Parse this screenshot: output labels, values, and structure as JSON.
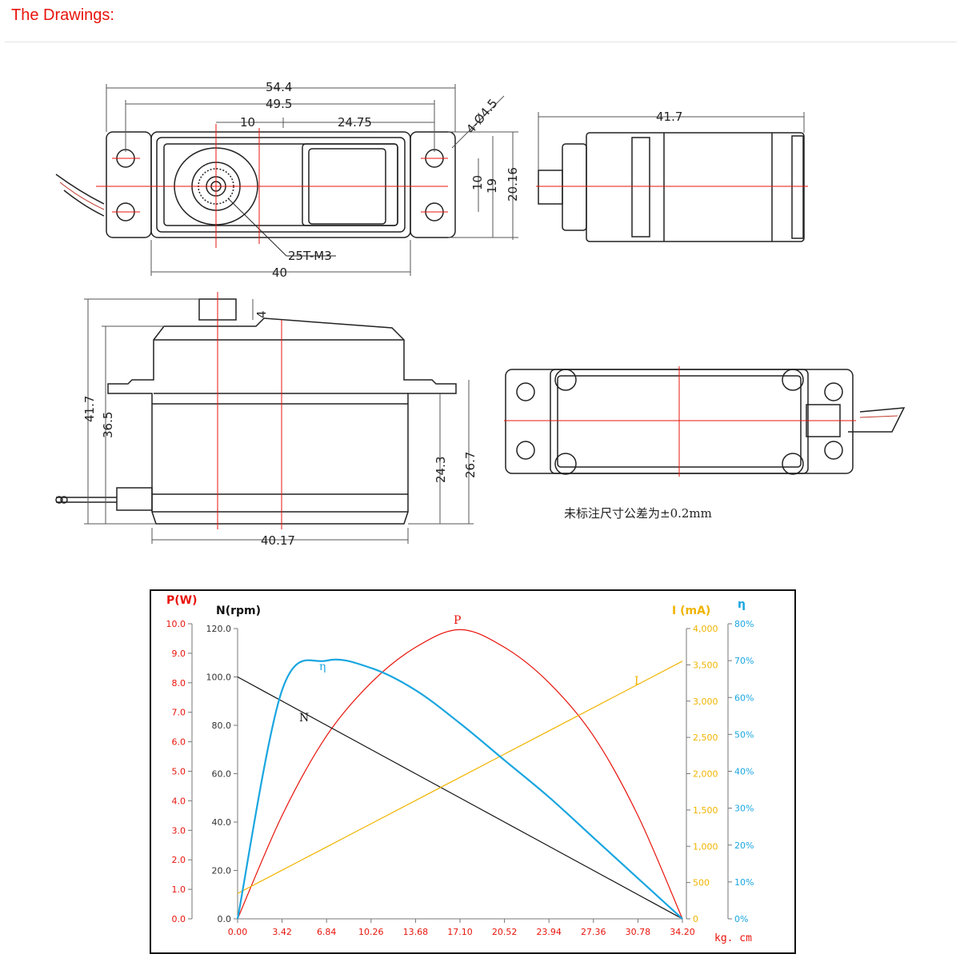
{
  "heading": "The Drawings:",
  "drawing": {
    "dims": {
      "overall_length": "54.4",
      "hole_pitch": "49.5",
      "spline_offset": "10",
      "spline_to_hole": "24.75",
      "holes": "4-Ø4.5",
      "d10": "10",
      "d19": "19",
      "d20": "20.16",
      "side_length": "41.7",
      "spline": "25T-M3",
      "body_width": "40",
      "spline_height": "4",
      "total_height": "41.7",
      "body_height": "36.5",
      "mount_to_bottom": "24.3",
      "mount_height": "26.7",
      "front_width": "40.17"
    },
    "tolerance_note": "未标注尺寸公差为±0.2mm"
  },
  "chart_data": {
    "type": "line",
    "x": [
      0,
      3.42,
      6.84,
      10.26,
      13.68,
      17.1,
      20.52,
      23.94,
      27.36,
      30.78,
      34.2
    ],
    "xlabel": "kg. cm",
    "xticks": [
      "0.00",
      "3.42",
      "6.84",
      "10.26",
      "13.68",
      "17.10",
      "20.52",
      "23.94",
      "27.36",
      "30.78",
      "34.20"
    ],
    "axes": [
      {
        "label": "P(W)",
        "color": "#e8140c",
        "ticks": [
          "0.0",
          "1.0",
          "2.0",
          "3.0",
          "4.0",
          "5.0",
          "6.0",
          "7.0",
          "8.0",
          "9.0",
          "10.0"
        ],
        "ylim": [
          0,
          10
        ]
      },
      {
        "label": "N(rpm)",
        "color": "#111111",
        "ticks": [
          "0.0",
          "20.0",
          "40.0",
          "60.0",
          "80.0",
          "100.0",
          "120.0"
        ],
        "ylim": [
          0,
          120
        ]
      },
      {
        "label": "I (mA)",
        "color": "#f0b400",
        "ticks": [
          "0",
          "500",
          "1,000",
          "1,500",
          "2,000",
          "2,500",
          "3,000",
          "3,500",
          "4,000"
        ],
        "ylim": [
          0,
          4000
        ]
      },
      {
        "label": "η",
        "color": "#1aa6e0",
        "ticks": [
          "0%",
          "10%",
          "20%",
          "30%",
          "40%",
          "50%",
          "60%",
          "70%",
          "80%"
        ],
        "ylim": [
          0,
          80
        ]
      }
    ],
    "series": [
      {
        "name": "P",
        "axis": 0,
        "color": "#e8140c",
        "values": [
          0,
          3.5,
          6.2,
          8.0,
          9.2,
          9.8,
          9.2,
          8.0,
          6.2,
          3.5,
          0
        ]
      },
      {
        "name": "N",
        "axis": 1,
        "color": "#111111",
        "values": [
          100,
          90,
          80,
          70,
          60,
          50,
          40,
          30,
          20,
          10,
          0
        ]
      },
      {
        "name": "I",
        "axis": 2,
        "color": "#f0b400",
        "values": [
          350,
          670,
          990,
          1310,
          1630,
          1950,
          2270,
          2590,
          2910,
          3230,
          3550
        ]
      },
      {
        "name": "η",
        "axis": 3,
        "color": "#1aa6e0",
        "values": [
          0,
          62,
          70,
          68,
          62,
          53,
          43,
          33,
          22,
          11,
          0
        ]
      }
    ]
  }
}
